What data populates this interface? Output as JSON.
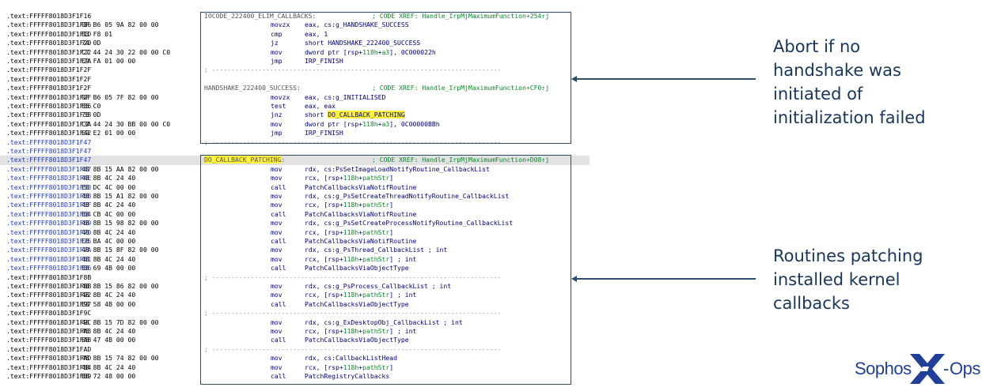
{
  "disassembly": {
    "lines": [
      {
        "addr": ".text:FFFFF8018D3F1F16",
        "bytes": "",
        "label": "IOCODE_222400_ELIM_CALLBACKS:",
        "xref": "; CODE XREF: Handle_IrpMjMaximumFunction+254↑j"
      },
      {
        "addr": ".text:FFFFF8018D3F1F16",
        "bytes": "0F B6 05 9A 82 00 00",
        "mn": "movzx",
        "op": "eax, cs:g_HANDSHAKE_SUCCESS"
      },
      {
        "addr": ".text:FFFFF8018D3F1F1D",
        "bytes": "83 F8 01",
        "mn": "cmp",
        "op": "eax, 1"
      },
      {
        "addr": ".text:FFFFF8018D3F1F20",
        "bytes": "74 0D",
        "mn": "jz",
        "op": "short HANDSHAKE_222400_SUCCESS"
      },
      {
        "addr": ".text:FFFFF8018D3F1F22",
        "bytes": "C7 44 24 30 22 00 00 C0",
        "mn": "mov",
        "op_pre": "dword ptr [rsp+",
        "op_num": "118h",
        "op_mid": "+",
        "op_num2": "a3",
        "op_post": "], 0C000022h"
      },
      {
        "addr": ".text:FFFFF8018D3F1F2A",
        "bytes": "E9 FA 01 00 00",
        "mn": "jmp",
        "op": "IRP_FINISH"
      },
      {
        "addr": ".text:FFFFF8018D3F1F2F",
        "bytes": "",
        "sep": "; ---------------------------------------------------------------------------"
      },
      {
        "addr": ".text:FFFFF8018D3F1F2F",
        "bytes": ""
      },
      {
        "addr": ".text:FFFFF8018D3F1F2F",
        "bytes": "",
        "label": "HANDSHAKE_222400_SUCCESS:",
        "xref": "; CODE XREF: Handle_IrpMjMaximumFunction+CF0↑j"
      },
      {
        "addr": ".text:FFFFF8018D3F1F2F",
        "bytes": "0F B6 05 7F 82 00 00",
        "mn": "movzx",
        "op": "eax, cs:g_INITIALISED"
      },
      {
        "addr": ".text:FFFFF8018D3F1F36",
        "bytes": "85 C0",
        "mn": "test",
        "op": "eax, eax"
      },
      {
        "addr": ".text:FFFFF8018D3F1F38",
        "bytes": "75 0D",
        "mn": "jnz",
        "op_pre": "short ",
        "op_hl": "DO_CALLBACK_PATCHING"
      },
      {
        "addr": ".text:FFFFF8018D3F1F3A",
        "bytes": "C7 44 24 30 BB 00 00 C0",
        "mn": "mov",
        "op_pre": "dword ptr [rsp+",
        "op_num": "118h",
        "op_mid": "+",
        "op_num2": "a3",
        "op_post": "], 0C00000BBh"
      },
      {
        "addr": ".text:FFFFF8018D3F1F42",
        "bytes": "E9 E2 01 00 00",
        "mn": "jmp",
        "op": "IRP_FINISH"
      },
      {
        "addr": ".text:FFFFF8018D3F1F47",
        "bytes": "",
        "sep": "; ---------------------------------------------------------------------------",
        "alt": true
      },
      {
        "addr": ".text:FFFFF8018D3F1F47",
        "bytes": "",
        "alt": true
      },
      {
        "addr": ".text:FFFFF8018D3F1F47",
        "bytes": "",
        "label_hl": "DO_CALLBACK_PATCHING",
        "label_post": ":",
        "xref": "; CODE XREF: Handle_IrpMjMaximumFunction+D08↑j",
        "alt": true,
        "highlight": true
      },
      {
        "addr": ".text:FFFFF8018D3F1F47",
        "bytes": "48 8B 15 AA 82 00 00",
        "mn": "mov",
        "op": "rdx, cs:PsSetImageLoadNotifyRoutine_CallbackList",
        "alt": true
      },
      {
        "addr": ".text:FFFFF8018D3F1F4E",
        "bytes": "48 8B 4C 24 40",
        "mn": "mov",
        "op_pre": "rcx, [rsp+",
        "op_num": "118h",
        "op_mid": "+",
        "op_num2": "pathStr",
        "op_post": "]",
        "alt": true
      },
      {
        "addr": ".text:FFFFF8018D3F1F53",
        "bytes": "E8 DC 4C 00 00",
        "mn": "call",
        "op": "PatchCallbacksViaNotifRoutine",
        "alt": true
      },
      {
        "addr": ".text:FFFFF8018D3F1F58",
        "bytes": "48 8B 15 A1 82 00 00",
        "mn": "mov",
        "op": "rdx, cs:g_PsSetCreateThreadNotifyRoutine_CallbackList",
        "alt": true
      },
      {
        "addr": ".text:FFFFF8018D3F1F5F",
        "bytes": "48 8B 4C 24 40",
        "mn": "mov",
        "op_pre": "rcx, [rsp+",
        "op_num": "118h",
        "op_mid": "+",
        "op_num2": "pathStr",
        "op_post": "]",
        "alt": true
      },
      {
        "addr": ".text:FFFFF8018D3F1F64",
        "bytes": "E8 CB 4C 00 00",
        "mn": "call",
        "op": "PatchCallbacksViaNotifRoutine",
        "alt": true
      },
      {
        "addr": ".text:FFFFF8018D3F1F69",
        "bytes": "48 8B 15 98 82 00 00",
        "mn": "mov",
        "op": "rdx, cs:g_PsSetCreateProcessNotifyRoutine_CallbackList",
        "alt": true
      },
      {
        "addr": ".text:FFFFF8018D3F1F70",
        "bytes": "48 8B 4C 24 40",
        "mn": "mov",
        "op_pre": "rcx, [rsp+",
        "op_num": "118h",
        "op_mid": "+",
        "op_num2": "pathStr",
        "op_post": "]",
        "alt": true
      },
      {
        "addr": ".text:FFFFF8018D3F1F75",
        "bytes": "E8 BA 4C 00 00",
        "mn": "call",
        "op": "PatchCallbacksViaNotifRoutine",
        "alt": true
      },
      {
        "addr": ".text:FFFFF8018D3F1F7A",
        "bytes": "48 8B 15 8F 82 00 00",
        "mn": "mov",
        "op": "rdx, cs:g_PsThread_CallbackList ; int",
        "alt": true
      },
      {
        "addr": ".text:FFFFF8018D3F1F81",
        "bytes": "48 8B 4C 24 40",
        "mn": "mov",
        "op_pre": "rcx, [rsp+",
        "op_num": "118h",
        "op_mid": "+",
        "op_num2": "pathStr",
        "op_post": "] ; int",
        "alt": true
      },
      {
        "addr": ".text:FFFFF8018D3F1F86",
        "bytes": "E8 69 4B 00 00",
        "mn": "call",
        "op": "PatchCallbacksViaObjectType",
        "alt": true
      },
      {
        "addr": ".text:FFFFF8018D3F1F8B",
        "bytes": "",
        "sep": "; ---------------------------------------------------------------------------"
      },
      {
        "addr": ".text:FFFFF8018D3F1F8B",
        "bytes": "48 8B 15 86 82 00 00",
        "mn": "mov",
        "op": "rdx, cs:g_PsProcess_CallbackList ; int"
      },
      {
        "addr": ".text:FFFFF8018D3F1F92",
        "bytes": "48 8B 4C 24 40",
        "mn": "mov",
        "op_pre": "rcx, [rsp+",
        "op_num": "118h",
        "op_mid": "+",
        "op_num2": "pathStr",
        "op_post": "] ; int"
      },
      {
        "addr": ".text:FFFFF8018D3F1F97",
        "bytes": "E8 58 4B 00 00",
        "mn": "call",
        "op": "PatchCallbacksViaObjectType"
      },
      {
        "addr": ".text:FFFFF8018D3F1F9C",
        "bytes": "",
        "sep": "; ---------------------------------------------------------------------------"
      },
      {
        "addr": ".text:FFFFF8018D3F1F9C",
        "bytes": "48 8B 15 7D 82 00 00",
        "mn": "mov",
        "op": "rdx, cs:g_ExDesktopObj_CallbackList ; int"
      },
      {
        "addr": ".text:FFFFF8018D3F1FA3",
        "bytes": "48 8B 4C 24 40",
        "mn": "mov",
        "op_pre": "rcx, [rsp+",
        "op_num": "118h",
        "op_mid": "+",
        "op_num2": "pathStr",
        "op_post": "] ; int"
      },
      {
        "addr": ".text:FFFFF8018D3F1FA8",
        "bytes": "E8 47 4B 00 00",
        "mn": "call",
        "op": "PatchCallbacksViaObjectType"
      },
      {
        "addr": ".text:FFFFF8018D3F1FAD",
        "bytes": "",
        "sep": "; ---------------------------------------------------------------------------"
      },
      {
        "addr": ".text:FFFFF8018D3F1FAD",
        "bytes": "48 8B 15 74 82 00 00",
        "mn": "mov",
        "op": "rdx, cs:CallbackListHead"
      },
      {
        "addr": ".text:FFFFF8018D3F1FB4",
        "bytes": "48 8B 4C 24 40",
        "mn": "mov",
        "op_pre": "rcx, [rsp+",
        "op_num": "118h",
        "op_mid": "+",
        "op_num2": "pathStr",
        "op_post": "]"
      },
      {
        "addr": ".text:FFFFF8018D3F1FB9",
        "bytes": "E8 72 48 00 00",
        "mn": "call",
        "op": "PatchRegistryCallbacks"
      }
    ]
  },
  "annotations": {
    "top": [
      "Abort if no",
      "handshake was",
      "initiated of",
      "initialization failed"
    ],
    "bottom": [
      "Routines patching",
      "installed kernel",
      "callbacks"
    ]
  },
  "logo": {
    "left": "Sophos",
    "right": "Ops"
  },
  "colors": {
    "accent": "#2d4d6d",
    "annotation_text": "#17365d",
    "logo": "#1f3f99",
    "highlight": "#fff23a"
  }
}
